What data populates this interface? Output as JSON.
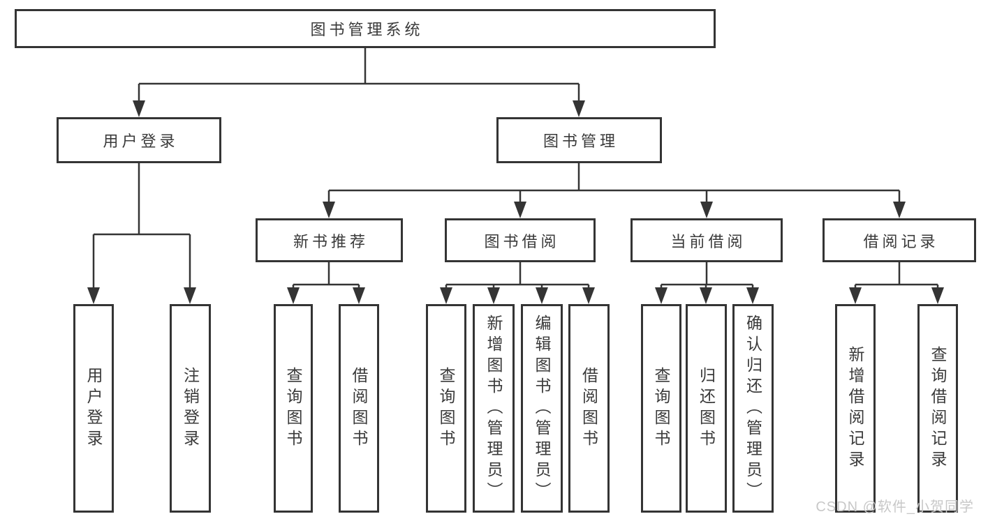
{
  "diagram": {
    "root": {
      "label": "图书管理系统"
    },
    "branches": [
      {
        "label": "用户登录",
        "children": [
          {
            "label": "用户登录"
          },
          {
            "label": "注销登录"
          }
        ]
      },
      {
        "label": "图书管理",
        "children": [
          {
            "label": "新书推荐",
            "children": [
              {
                "label": "查询图书"
              },
              {
                "label": "借阅图书"
              }
            ]
          },
          {
            "label": "图书借阅",
            "children": [
              {
                "label": "查询图书"
              },
              {
                "label": "新增图书（管理员）"
              },
              {
                "label": "编辑图书（管理员）"
              },
              {
                "label": "借阅图书"
              }
            ]
          },
          {
            "label": "当前借阅",
            "children": [
              {
                "label": "查询图书"
              },
              {
                "label": "归还图书"
              },
              {
                "label": "确认归还（管理员）"
              }
            ]
          },
          {
            "label": "借阅记录",
            "children": [
              {
                "label": "新增借阅记录"
              },
              {
                "label": "查询借阅记录"
              }
            ]
          }
        ]
      }
    ]
  },
  "watermark": {
    "text": "CSDN @软件_小贺同学",
    "color": "#c8c8c8"
  },
  "colors": {
    "background": "#ffffff",
    "line": "#343434",
    "box_border": "#343434",
    "box_fill": "#ffffff",
    "label_text": "#3a3a3a"
  }
}
